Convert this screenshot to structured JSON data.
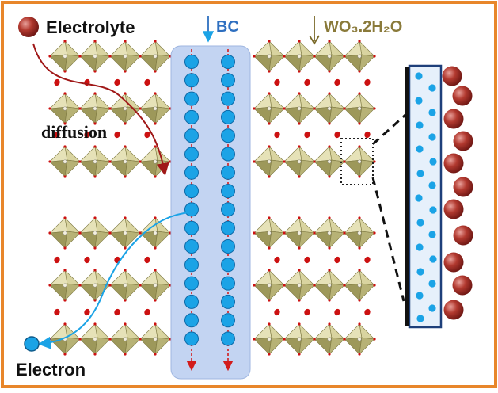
{
  "labels": {
    "electrolyte": "Electrolyte",
    "bc": "BC",
    "wo3": "WO₃.2H₂O",
    "diffusion": "diffusion",
    "electron": "Electron"
  },
  "colors": {
    "frame": "#e8862a",
    "bc_band": "#b8cdf0",
    "bc_text": "#2e6fc0",
    "wo3_text": "#8a7a3a",
    "octahedron_light": "#d9d4a0",
    "octahedron_dark": "#9d985a",
    "red_atom": "#cc1111",
    "electrolyte_ion": "#9e2a25",
    "blue_dot": "#1ba3e6",
    "electron_path": "#1ba3e6",
    "diffusion_path": "#a01818"
  },
  "icons": {
    "electrolyte_ion": "red-sphere-icon",
    "electron": "blue-dot-icon"
  }
}
